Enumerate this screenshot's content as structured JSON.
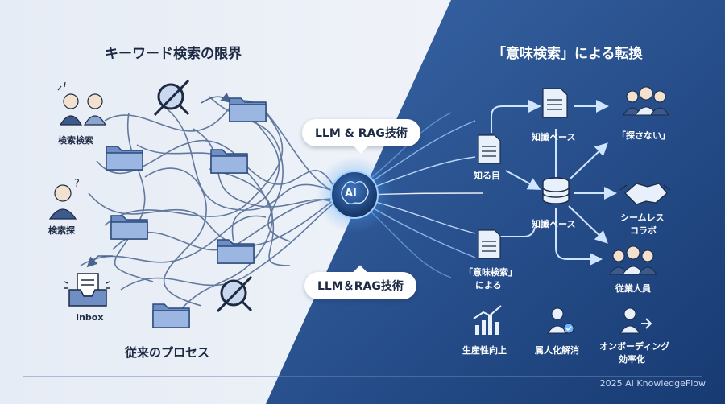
{
  "left": {
    "title": "キーワード検索の限界",
    "bottom_title": "従来のプロセス",
    "labels": {
      "keyword_search": "検索検索",
      "search_explore": "検索探",
      "inbox": "Inbox"
    }
  },
  "center": {
    "pill_top": "LLM & RAG技術",
    "pill_bottom": "LLM＆RAG技術",
    "ai_label": "AI"
  },
  "right": {
    "title": "「意味検索」による転換",
    "labels": {
      "knowledge_base_top": "知識ベース",
      "knowledge_eye": "知る目",
      "knowledge_base_mid": "知識ベース",
      "semantic_search_1": "「意味検索」",
      "semantic_search_2": "による",
      "no_search": "「探さない」",
      "seamless_1": "シームレス",
      "seamless_2": "コラボ",
      "employees": "従業人員"
    },
    "benefits": [
      {
        "icon": "growth-chart-icon",
        "label_1": "生産性向上",
        "label_2": ""
      },
      {
        "icon": "person-check-icon",
        "label_1": "属人化解消",
        "label_2": ""
      },
      {
        "icon": "onboarding-icon",
        "label_1": "オンボーディング",
        "label_2": "効率化"
      }
    ]
  },
  "footer": "2025 AI KnowledgeFlow",
  "colors": {
    "left_bg": "#eef2f8",
    "right_bg": "#1f4a86",
    "accent": "#6fb4ff",
    "line": "#4a6490"
  }
}
